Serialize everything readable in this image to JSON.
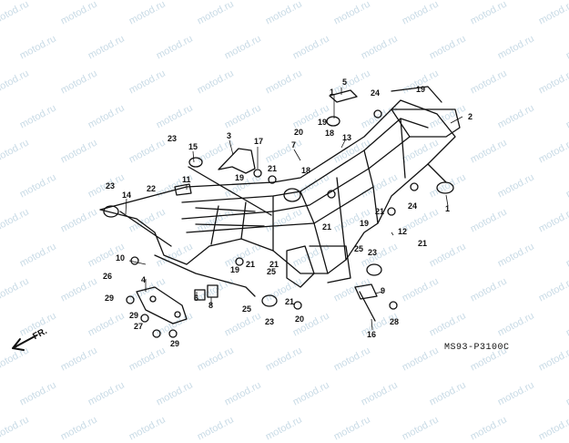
{
  "watermark": "motod.ru",
  "reference_code": "MS93-P3100C",
  "direction_label": "FR.",
  "callouts": [
    {
      "id": "c1a",
      "label": "1"
    },
    {
      "id": "c1b",
      "label": "1"
    },
    {
      "id": "c2",
      "label": "2"
    },
    {
      "id": "c3",
      "label": "3"
    },
    {
      "id": "c4",
      "label": "4"
    },
    {
      "id": "c5",
      "label": "5"
    },
    {
      "id": "c6",
      "label": "6"
    },
    {
      "id": "c7",
      "label": "7"
    },
    {
      "id": "c8",
      "label": "8"
    },
    {
      "id": "c9",
      "label": "9"
    },
    {
      "id": "c10",
      "label": "10"
    },
    {
      "id": "c11",
      "label": "11"
    },
    {
      "id": "c12",
      "label": "12"
    },
    {
      "id": "c13",
      "label": "13"
    },
    {
      "id": "c14",
      "label": "14"
    },
    {
      "id": "c15",
      "label": "15"
    },
    {
      "id": "c16",
      "label": "16"
    },
    {
      "id": "c17",
      "label": "17"
    },
    {
      "id": "c18a",
      "label": "18"
    },
    {
      "id": "c18b",
      "label": "18"
    },
    {
      "id": "c19a",
      "label": "19"
    },
    {
      "id": "c19b",
      "label": "19"
    },
    {
      "id": "c19c",
      "label": "19"
    },
    {
      "id": "c19d",
      "label": "19"
    },
    {
      "id": "c19e",
      "label": "19"
    },
    {
      "id": "c20a",
      "label": "20"
    },
    {
      "id": "c20b",
      "label": "20"
    },
    {
      "id": "c21a",
      "label": "21"
    },
    {
      "id": "c21b",
      "label": "21"
    },
    {
      "id": "c21c",
      "label": "21"
    },
    {
      "id": "c21d",
      "label": "21"
    },
    {
      "id": "c21e",
      "label": "21"
    },
    {
      "id": "c21f",
      "label": "21"
    },
    {
      "id": "c21g",
      "label": "21"
    },
    {
      "id": "c22",
      "label": "22"
    },
    {
      "id": "c23a",
      "label": "23"
    },
    {
      "id": "c23b",
      "label": "23"
    },
    {
      "id": "c23c",
      "label": "23"
    },
    {
      "id": "c23d",
      "label": "23"
    },
    {
      "id": "c24a",
      "label": "24"
    },
    {
      "id": "c24b",
      "label": "24"
    },
    {
      "id": "c25a",
      "label": "25"
    },
    {
      "id": "c25b",
      "label": "25"
    },
    {
      "id": "c25c",
      "label": "25"
    },
    {
      "id": "c26",
      "label": "26"
    },
    {
      "id": "c27",
      "label": "27"
    },
    {
      "id": "c28",
      "label": "28"
    },
    {
      "id": "c29a",
      "label": "29"
    },
    {
      "id": "c29b",
      "label": "29"
    },
    {
      "id": "c29c",
      "label": "29"
    }
  ]
}
